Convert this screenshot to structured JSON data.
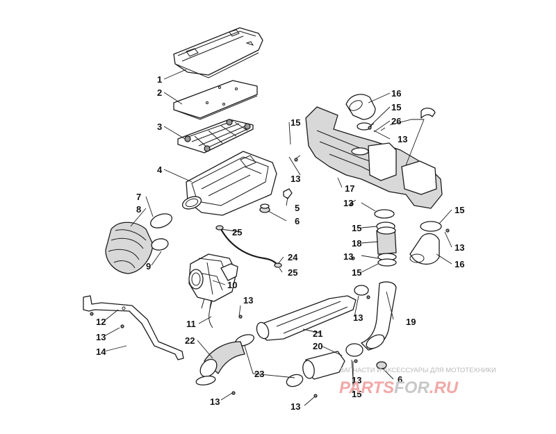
{
  "callouts": [
    {
      "id": "c1",
      "text": "1"
    },
    {
      "id": "c2",
      "text": "2"
    },
    {
      "id": "c3",
      "text": "3"
    },
    {
      "id": "c4",
      "text": "4"
    },
    {
      "id": "c5",
      "text": "5"
    },
    {
      "id": "c6a",
      "text": "6"
    },
    {
      "id": "c6b",
      "text": "6"
    },
    {
      "id": "c7",
      "text": "7"
    },
    {
      "id": "c8",
      "text": "8"
    },
    {
      "id": "c9",
      "text": "9"
    },
    {
      "id": "c10",
      "text": "10"
    },
    {
      "id": "c11",
      "text": "11"
    },
    {
      "id": "c12",
      "text": "12"
    },
    {
      "id": "c13a",
      "text": "13"
    },
    {
      "id": "c13b",
      "text": "13"
    },
    {
      "id": "c13c",
      "text": "13"
    },
    {
      "id": "c13d",
      "text": "13"
    },
    {
      "id": "c13e",
      "text": "13"
    },
    {
      "id": "c13f",
      "text": "13"
    },
    {
      "id": "c13g",
      "text": "13"
    },
    {
      "id": "c13h",
      "text": "13"
    },
    {
      "id": "c13i",
      "text": "13"
    },
    {
      "id": "c13j",
      "text": "13"
    },
    {
      "id": "c13k",
      "text": "13"
    },
    {
      "id": "c14",
      "text": "14"
    },
    {
      "id": "c15a",
      "text": "15"
    },
    {
      "id": "c15b",
      "text": "15"
    },
    {
      "id": "c15c",
      "text": "15"
    },
    {
      "id": "c15d",
      "text": "15"
    },
    {
      "id": "c15e",
      "text": "15"
    },
    {
      "id": "c15f",
      "text": "15"
    },
    {
      "id": "c16a",
      "text": "16"
    },
    {
      "id": "c16b",
      "text": "16"
    },
    {
      "id": "c17",
      "text": "17"
    },
    {
      "id": "c18",
      "text": "18"
    },
    {
      "id": "c19",
      "text": "19"
    },
    {
      "id": "c20",
      "text": "20"
    },
    {
      "id": "c21",
      "text": "21"
    },
    {
      "id": "c22",
      "text": "22"
    },
    {
      "id": "c23",
      "text": "23"
    },
    {
      "id": "c24",
      "text": "24"
    },
    {
      "id": "c25a",
      "text": "25"
    },
    {
      "id": "c25b",
      "text": "25"
    },
    {
      "id": "c26",
      "text": "26"
    }
  ],
  "watermark": {
    "subtitle": "ЗАПЧАСТИ И АКСЕССУАРЫ ДЛЯ МОТОТЕХНИКИ",
    "logo_a": "PARTS",
    "logo_b": "FOR",
    "logo_c": ".RU"
  }
}
